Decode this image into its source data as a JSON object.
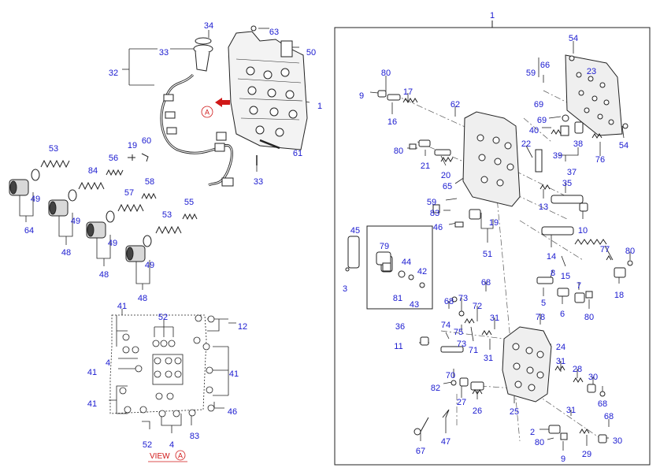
{
  "diagram": {
    "kind": "exploded parts diagram",
    "colors": {
      "callout": "#1a1ad0",
      "line": "#222222",
      "accent": "#d01818"
    },
    "assembly_label": "1",
    "view_caption": {
      "prefix": "VIEW",
      "circle_letter": "A"
    },
    "detail_marker_letter": "A",
    "callouts": [
      {
        "id": "c34",
        "text": "34"
      },
      {
        "id": "c63",
        "text": "63"
      },
      {
        "id": "c33a",
        "text": "33"
      },
      {
        "id": "c50",
        "text": "50"
      },
      {
        "id": "c32",
        "text": "32"
      },
      {
        "id": "c1a",
        "text": "1"
      },
      {
        "id": "c53a",
        "text": "53"
      },
      {
        "id": "c19a",
        "text": "19"
      },
      {
        "id": "c60",
        "text": "60"
      },
      {
        "id": "c56",
        "text": "56"
      },
      {
        "id": "c84",
        "text": "84"
      },
      {
        "id": "c61",
        "text": "61"
      },
      {
        "id": "c33b",
        "text": "33"
      },
      {
        "id": "c57",
        "text": "57"
      },
      {
        "id": "c58",
        "text": "58"
      },
      {
        "id": "c49a",
        "text": "49"
      },
      {
        "id": "c49b",
        "text": "49"
      },
      {
        "id": "c53b",
        "text": "53"
      },
      {
        "id": "c55",
        "text": "55"
      },
      {
        "id": "c49c",
        "text": "49"
      },
      {
        "id": "c64",
        "text": "64"
      },
      {
        "id": "c48a",
        "text": "48"
      },
      {
        "id": "c49d",
        "text": "49"
      },
      {
        "id": "c48b",
        "text": "48"
      },
      {
        "id": "c48c",
        "text": "48"
      },
      {
        "id": "c41a",
        "text": "41"
      },
      {
        "id": "c52a",
        "text": "52"
      },
      {
        "id": "c12",
        "text": "12"
      },
      {
        "id": "c4a",
        "text": "4"
      },
      {
        "id": "c41b",
        "text": "41"
      },
      {
        "id": "c41c",
        "text": "41"
      },
      {
        "id": "c41d",
        "text": "41"
      },
      {
        "id": "c46",
        "text": "46"
      },
      {
        "id": "c52b",
        "text": "52"
      },
      {
        "id": "c4b",
        "text": "4"
      },
      {
        "id": "c83a",
        "text": "83"
      },
      {
        "id": "c1b",
        "text": "1"
      },
      {
        "id": "c54a",
        "text": "54"
      },
      {
        "id": "c66",
        "text": "66"
      },
      {
        "id": "c23",
        "text": "23"
      },
      {
        "id": "c80a",
        "text": "80"
      },
      {
        "id": "c59a",
        "text": "59"
      },
      {
        "id": "c9a",
        "text": "9"
      },
      {
        "id": "c17",
        "text": "17"
      },
      {
        "id": "c69a",
        "text": "69"
      },
      {
        "id": "c62",
        "text": "62"
      },
      {
        "id": "c16",
        "text": "16"
      },
      {
        "id": "c69b",
        "text": "69"
      },
      {
        "id": "c40",
        "text": "40"
      },
      {
        "id": "c54b",
        "text": "54"
      },
      {
        "id": "c80b",
        "text": "80"
      },
      {
        "id": "c22",
        "text": "22"
      },
      {
        "id": "c39",
        "text": "39"
      },
      {
        "id": "c38",
        "text": "38"
      },
      {
        "id": "c76",
        "text": "76"
      },
      {
        "id": "c21",
        "text": "21"
      },
      {
        "id": "c37",
        "text": "37"
      },
      {
        "id": "c20",
        "text": "20"
      },
      {
        "id": "c35",
        "text": "35"
      },
      {
        "id": "c65",
        "text": "65"
      },
      {
        "id": "c59b",
        "text": "59"
      },
      {
        "id": "c13",
        "text": "13"
      },
      {
        "id": "c83b",
        "text": "83"
      },
      {
        "id": "c19b",
        "text": "19"
      },
      {
        "id": "c10",
        "text": "10"
      },
      {
        "id": "c46b",
        "text": "46"
      },
      {
        "id": "c45",
        "text": "45"
      },
      {
        "id": "c51",
        "text": "51"
      },
      {
        "id": "c14",
        "text": "14"
      },
      {
        "id": "c79",
        "text": "79"
      },
      {
        "id": "c77",
        "text": "77"
      },
      {
        "id": "c80c",
        "text": "80"
      },
      {
        "id": "c44",
        "text": "44"
      },
      {
        "id": "c15",
        "text": "15"
      },
      {
        "id": "c42",
        "text": "42"
      },
      {
        "id": "c3",
        "text": "3"
      },
      {
        "id": "c81",
        "text": "81"
      },
      {
        "id": "c43",
        "text": "43"
      },
      {
        "id": "c8",
        "text": "8"
      },
      {
        "id": "c68a",
        "text": "68"
      },
      {
        "id": "c18",
        "text": "18"
      },
      {
        "id": "c7",
        "text": "7"
      },
      {
        "id": "c68b",
        "text": "68"
      },
      {
        "id": "c73a",
        "text": "73"
      },
      {
        "id": "c72",
        "text": "72"
      },
      {
        "id": "c5",
        "text": "5"
      },
      {
        "id": "c6",
        "text": "6"
      },
      {
        "id": "c80d",
        "text": "80"
      },
      {
        "id": "c36",
        "text": "36"
      },
      {
        "id": "c78",
        "text": "78"
      },
      {
        "id": "c74",
        "text": "74"
      },
      {
        "id": "c31a",
        "text": "31"
      },
      {
        "id": "c75",
        "text": "75"
      },
      {
        "id": "c73b",
        "text": "73"
      },
      {
        "id": "c71",
        "text": "71"
      },
      {
        "id": "c11",
        "text": "11"
      },
      {
        "id": "c24",
        "text": "24"
      },
      {
        "id": "c31b",
        "text": "31"
      },
      {
        "id": "c31c",
        "text": "31"
      },
      {
        "id": "c28",
        "text": "28"
      },
      {
        "id": "c70",
        "text": "70"
      },
      {
        "id": "c30a",
        "text": "30"
      },
      {
        "id": "c82",
        "text": "82"
      },
      {
        "id": "c27",
        "text": "27"
      },
      {
        "id": "c26",
        "text": "26"
      },
      {
        "id": "c25",
        "text": "25"
      },
      {
        "id": "c68c",
        "text": "68"
      },
      {
        "id": "c31d",
        "text": "31"
      },
      {
        "id": "c68d",
        "text": "68"
      },
      {
        "id": "c2",
        "text": "2"
      },
      {
        "id": "c67",
        "text": "67"
      },
      {
        "id": "c47",
        "text": "47"
      },
      {
        "id": "c80e",
        "text": "80"
      },
      {
        "id": "c29",
        "text": "29"
      },
      {
        "id": "c30b",
        "text": "30"
      },
      {
        "id": "c9b",
        "text": "9"
      }
    ]
  }
}
